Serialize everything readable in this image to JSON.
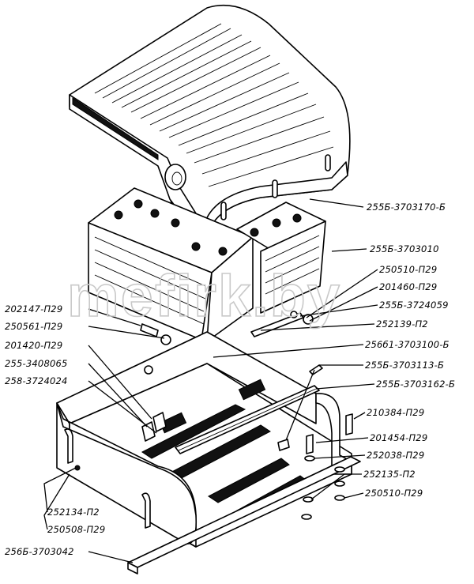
{
  "watermark": "mefirk.by",
  "labels": [
    {
      "key": "cover",
      "text": "255Б-3703170-Б"
    },
    {
      "key": "battery_right",
      "text": "255Б-3703010"
    },
    {
      "key": "r1",
      "text": "250510-П29"
    },
    {
      "key": "r2",
      "text": "201460-П29"
    },
    {
      "key": "r3",
      "text": "255Б-3724059"
    },
    {
      "key": "r4",
      "text": "252139-П2"
    },
    {
      "key": "r5",
      "text": "256б1-3703100-Б"
    },
    {
      "key": "r6",
      "text": "255Б-3703113-Б"
    },
    {
      "key": "r7",
      "text": "255Б-3703162-Б"
    },
    {
      "key": "r8",
      "text": "210384-П29"
    },
    {
      "key": "r9",
      "text": "201454-П29"
    },
    {
      "key": "r10",
      "text": "252038-П29"
    },
    {
      "key": "r11",
      "text": "252135-П2"
    },
    {
      "key": "r12",
      "text": "250510-П29"
    },
    {
      "key": "l1",
      "text": "202147-П29"
    },
    {
      "key": "l2",
      "text": "250561-П29"
    },
    {
      "key": "l3",
      "text": "201420-П29"
    },
    {
      "key": "l4",
      "text": "255-3408065"
    },
    {
      "key": "l5",
      "text": "258-3724024"
    },
    {
      "key": "b1",
      "text": "252134-П2"
    },
    {
      "key": "b2",
      "text": "250508-П29"
    },
    {
      "key": "b3",
      "text": "256Б-3703042"
    }
  ]
}
